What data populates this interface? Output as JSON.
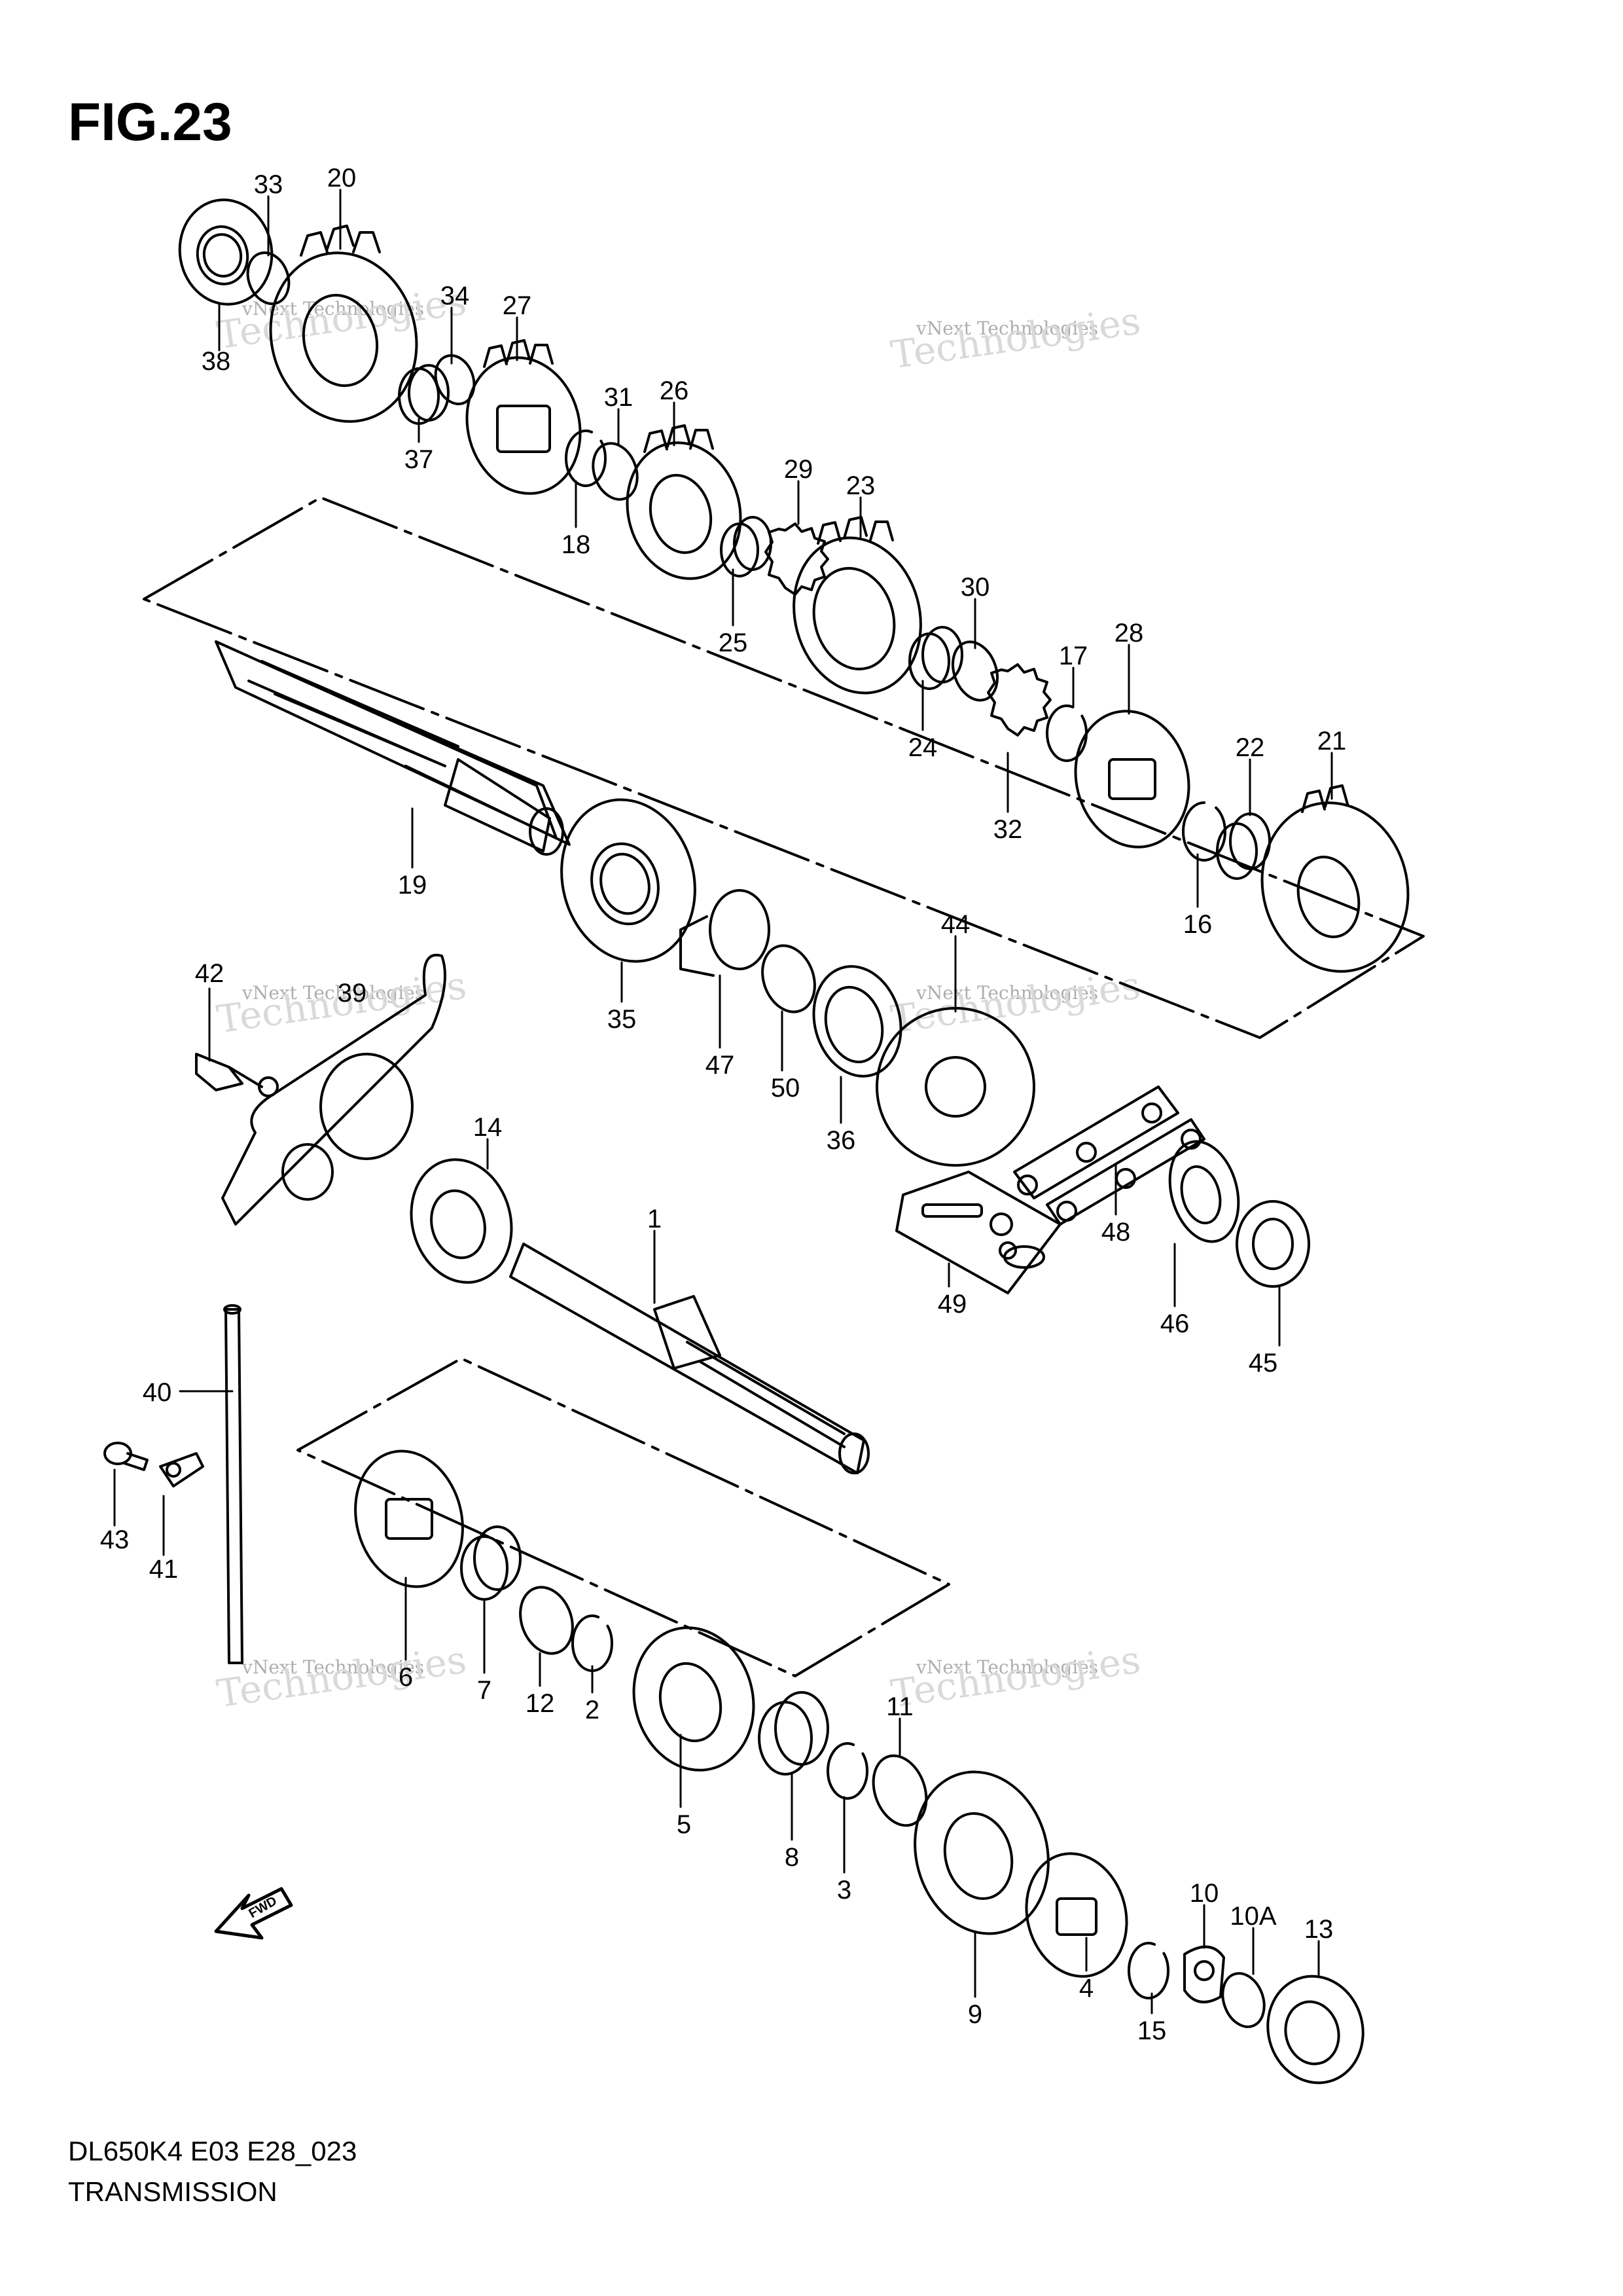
{
  "figure": {
    "title": "FIG.23",
    "model_code": "DL650K4 E03 E28_023",
    "section_name": "TRANSMISSION"
  },
  "watermark": {
    "line1": "vNext Technologies",
    "line2": "Technologies"
  },
  "fwd_label": "FWD",
  "callouts": [
    "1",
    "2",
    "3",
    "4",
    "5",
    "6",
    "7",
    "8",
    "9",
    "10",
    "10A",
    "11",
    "12",
    "13",
    "14",
    "15",
    "16",
    "17",
    "18",
    "19",
    "20",
    "21",
    "22",
    "23",
    "24",
    "25",
    "26",
    "27",
    "28",
    "29",
    "30",
    "31",
    "32",
    "33",
    "34",
    "35",
    "36",
    "37",
    "38",
    "39",
    "40",
    "41",
    "42",
    "43",
    "44",
    "45",
    "46",
    "47",
    "48",
    "49",
    "50"
  ],
  "colors": {
    "ink": "#000000",
    "paper": "#ffffff",
    "watermark": "#9a9a9a"
  }
}
